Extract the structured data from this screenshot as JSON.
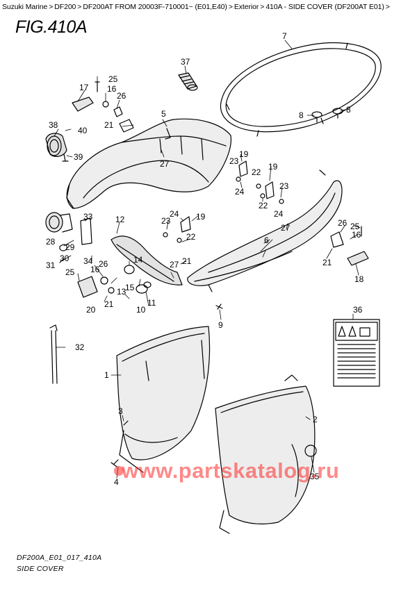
{
  "breadcrumb": [
    "Suzuki Marine",
    "DF200",
    "DF200AT FROM 20003F-710001~ (E01,E40)",
    "Exterior",
    "410A - SIDE COVER (DF200AT E01)"
  ],
  "breadcrumb_sep": ">",
  "figure_title": "FIG.410A",
  "footer": {
    "code": "DF200A_E01_017_410A",
    "name": "SIDE COVER"
  },
  "watermark": "www.partskatalog.ru",
  "callouts": {
    "c1": "1",
    "c2": "2",
    "c3": "3",
    "c4": "4",
    "c5": "5",
    "c6": "6",
    "c7": "7",
    "c8a": "8",
    "c8b": "8",
    "c9": "9",
    "c10": "10",
    "c11": "11",
    "c12": "12",
    "c13": "13",
    "c14": "14",
    "c15": "15",
    "c16a": "16",
    "c16b": "16",
    "c16c": "16",
    "c17": "17",
    "c18": "18",
    "c19a": "19",
    "c19b": "19",
    "c19c": "19",
    "c20": "20",
    "c21a": "21",
    "c21b": "21",
    "c21c": "21",
    "c21d": "21",
    "c22a": "22",
    "c22b": "22",
    "c22c": "22",
    "c23a": "23",
    "c23b": "23",
    "c23c": "23",
    "c24a": "24",
    "c24b": "24",
    "c24c": "24",
    "c25a": "25",
    "c25b": "25",
    "c25c": "25",
    "c26a": "26",
    "c26b": "26",
    "c26c": "26",
    "c27a": "27",
    "c27b": "27",
    "c27c": "27",
    "c28": "28",
    "c29": "29",
    "c30": "30",
    "c31": "31",
    "c32": "32",
    "c33": "33",
    "c34": "34",
    "c35": "35",
    "c36": "36",
    "c37": "37",
    "c38": "38",
    "c39": "39",
    "c40": "40"
  },
  "colors": {
    "watermark": "#ff2a2a",
    "line": "#000000",
    "shade": "#d9d9d9",
    "background": "#ffffff"
  }
}
